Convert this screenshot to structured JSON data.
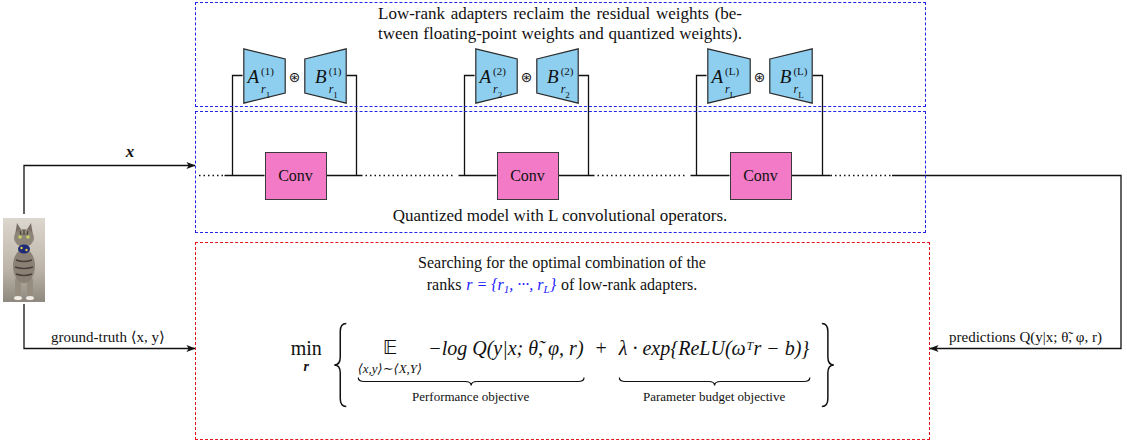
{
  "diagram": {
    "nodes": [
      {
        "text": [
          "Low-rank adapters reclaim the residual weights (be- tween floating-point weights and quantized weights)."
        ]
      },
      {
        "text": [
          "A",
          "(1)",
          "r",
          "1"
        ],
        "in": 0
      },
      {
        "text": [
          "B",
          "(1)",
          "r",
          "1"
        ],
        "in": 0
      },
      {
        "text": [
          "A",
          "(2)",
          "r",
          "2"
        ],
        "in": 0
      },
      {
        "text": [
          "B",
          "(2)",
          "r",
          "2"
        ],
        "in": 0
      },
      {
        "text": [
          "A",
          "(L)",
          "r",
          "L"
        ],
        "in": 0
      },
      {
        "text": [
          "B",
          "(L)",
          "r",
          "L"
        ],
        "in": 0
      },
      {
        "text": [
          "Quantized model with L convolutional operators."
        ]
      },
      {
        "text": [
          "Conv"
        ],
        "in": 7
      },
      {
        "text": [
          "Conv"
        ],
        "in": 7
      },
      {
        "text": [
          "Conv"
        ],
        "in": 7
      },
      {
        "text": [
          "Searching for the optimal combination of the",
          "ranks",
          "r = {r",
          "1",
          ", ···, r",
          "L",
          "}",
          "of low-rank adapters.",
          "min",
          "r",
          "𝔼",
          "⟨x,y⟩∼⟨X,Y⟩",
          "−log Q(y|x; θ̃, φ, r)",
          "+",
          "λ · exp{ReLU(ωᵀr − b)}",
          "Performance objective",
          "Parameter budget objective"
        ]
      }
    ],
    "edges": [
      {
        "from": 8,
        "to": 9,
        "arrow": "none"
      },
      {
        "from": 9,
        "to": 10,
        "arrow": "none"
      },
      {
        "from": 7,
        "to": 11,
        "arrow": "to",
        "label": "predictions Q(y|x; θ̃, φ, r)"
      }
    ],
    "labels": [
      "⊛",
      "⊛",
      "⊛",
      "x",
      "ground-truth ⟨x, y⟩"
    ]
  }
}
